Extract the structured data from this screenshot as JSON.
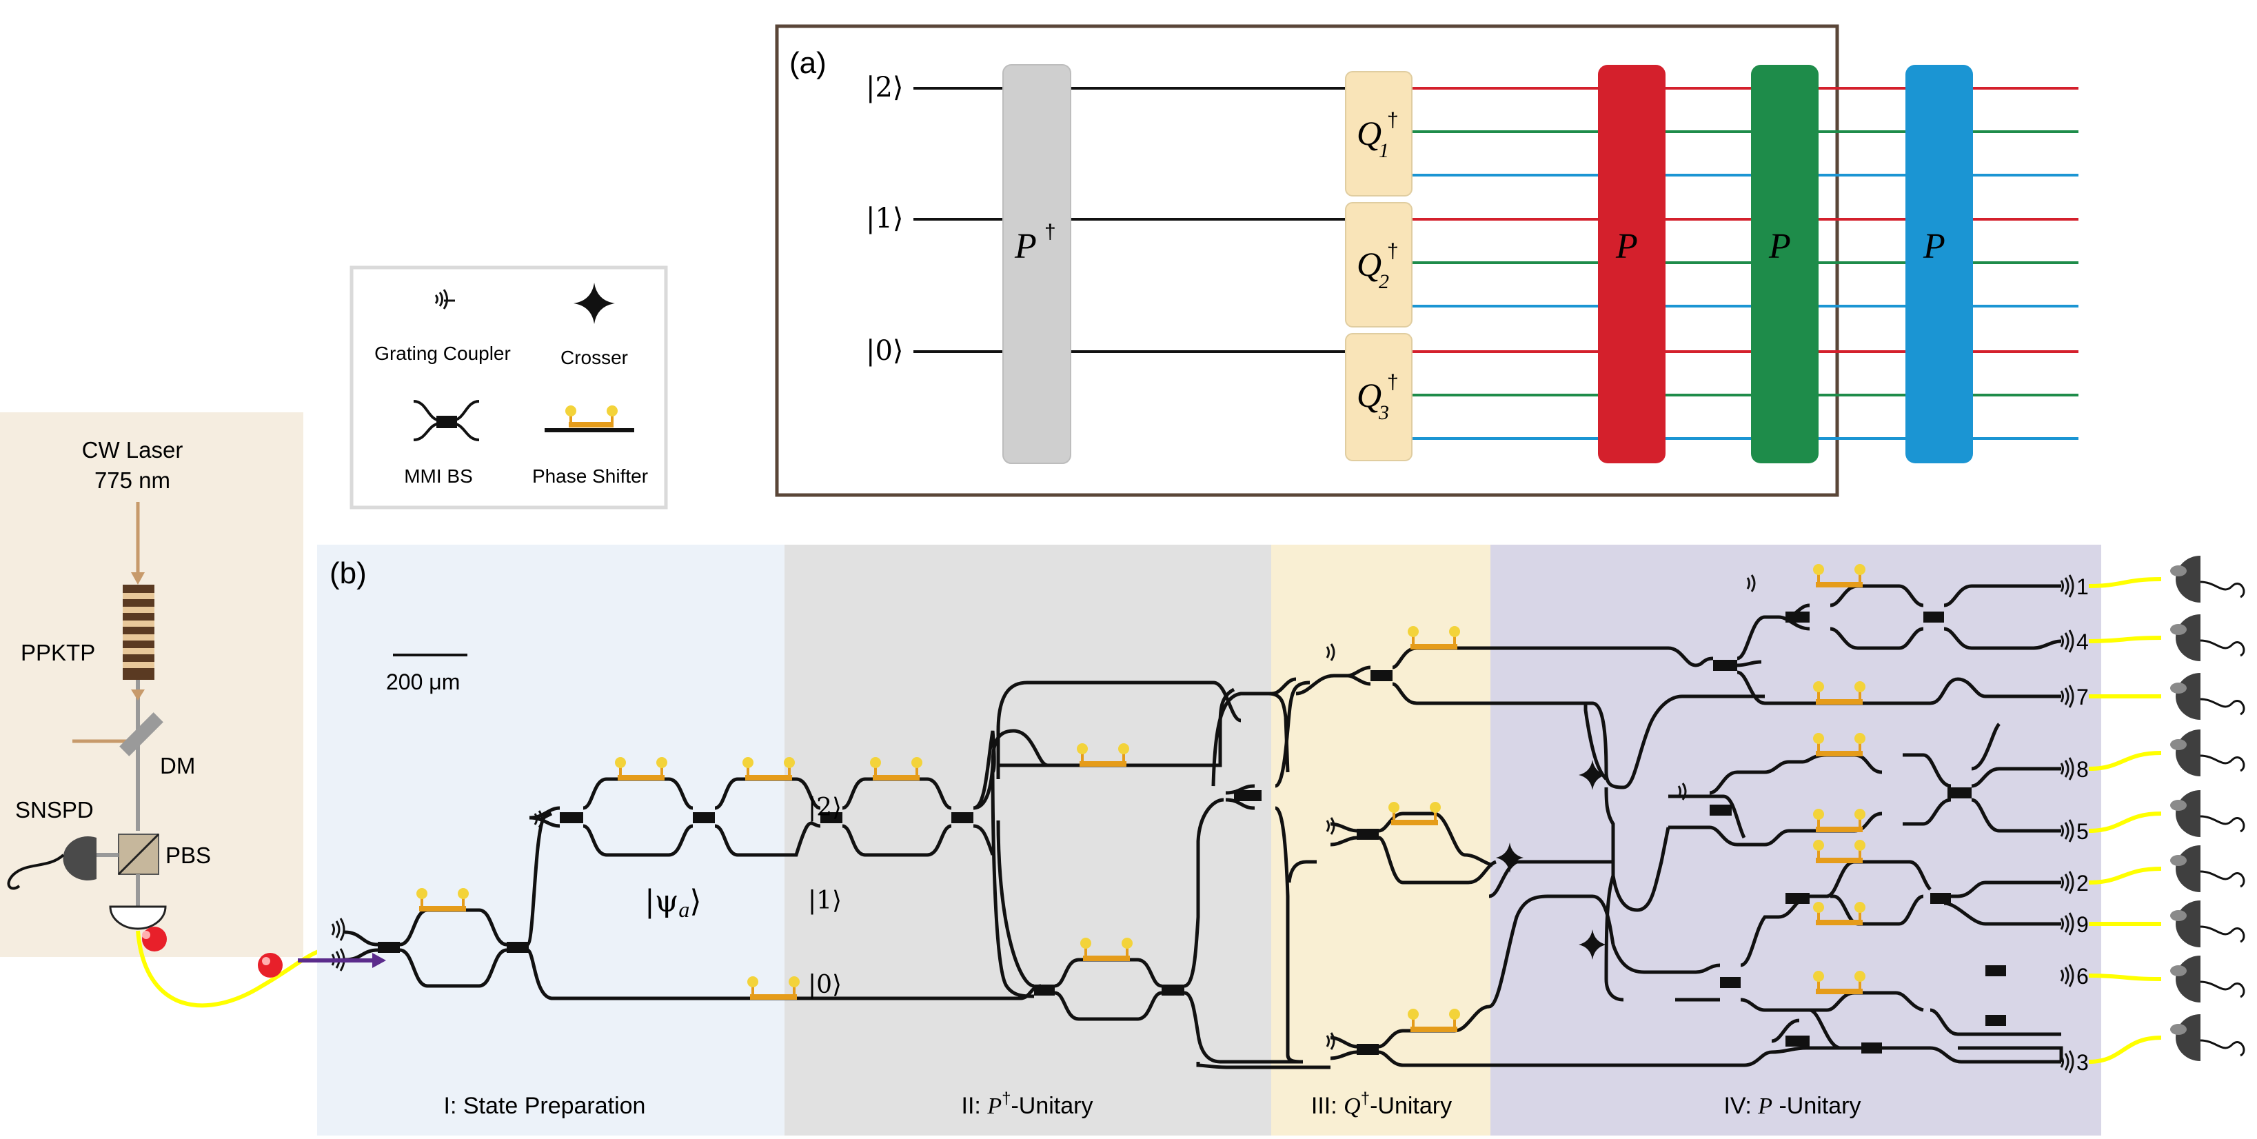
{
  "panel_a": {
    "label": "(a)",
    "inputs": [
      "|2⟩",
      "|1⟩",
      "|0⟩"
    ],
    "p_dagger": "P",
    "dagger": "†",
    "q_blocks": [
      {
        "base": "Q",
        "sub": "1"
      },
      {
        "base": "Q",
        "sub": "2"
      },
      {
        "base": "Q",
        "sub": "3"
      }
    ],
    "p_blocks": [
      {
        "label": "P",
        "color": "#d4202c"
      },
      {
        "label": "P",
        "color": "#1e8c4a"
      },
      {
        "label": "P",
        "color": "#1b95d3"
      }
    ],
    "wire_colors": [
      "#d4202c",
      "#1e8c4a",
      "#1b95d3"
    ]
  },
  "legend": {
    "grating_coupler": "Grating Coupler",
    "crosser": "Crosser",
    "mmi_bs": "MMI BS",
    "phase_shifter": "Phase Shifter"
  },
  "source": {
    "laser": [
      "CW Laser",
      "775 nm"
    ],
    "ppktp": "PPKTP",
    "dm": "DM",
    "snspd": "SNSPD",
    "pbs": "PBS"
  },
  "panel_b": {
    "label": "(b)",
    "scale_bar": "200 μm",
    "psi": "|ψ",
    "psi_sub": "a",
    "psi_end": "⟩",
    "kets": [
      "|2⟩",
      "|1⟩",
      "|0⟩"
    ],
    "outputs": [
      "1",
      "4",
      "7",
      "8",
      "5",
      "2",
      "9",
      "6",
      "3"
    ],
    "sections": [
      {
        "prefix": "I: State Preparation",
        "sym": "",
        "sup": "",
        "suffix": "",
        "color": "#ecf2f9"
      },
      {
        "prefix": "II: ",
        "sym": "P",
        "sup": "†",
        "suffix": "-Unitary",
        "color": "#e1e1e1"
      },
      {
        "prefix": "III: ",
        "sym": "Q",
        "sup": "†",
        "suffix": "-Unitary",
        "color": "#f9efd3"
      },
      {
        "prefix": "IV: ",
        "sym": "P",
        "sup": "",
        "suffix": " -Unitary",
        "color": "#d8d6e7"
      }
    ]
  },
  "colors": {
    "source_bg": "#f5ede0",
    "fiber": "#ffff00",
    "arrow": "#5b2c8c",
    "frame": "#5a4638",
    "phase_shifter": "#e59c1a",
    "photon": "#e8202a"
  }
}
